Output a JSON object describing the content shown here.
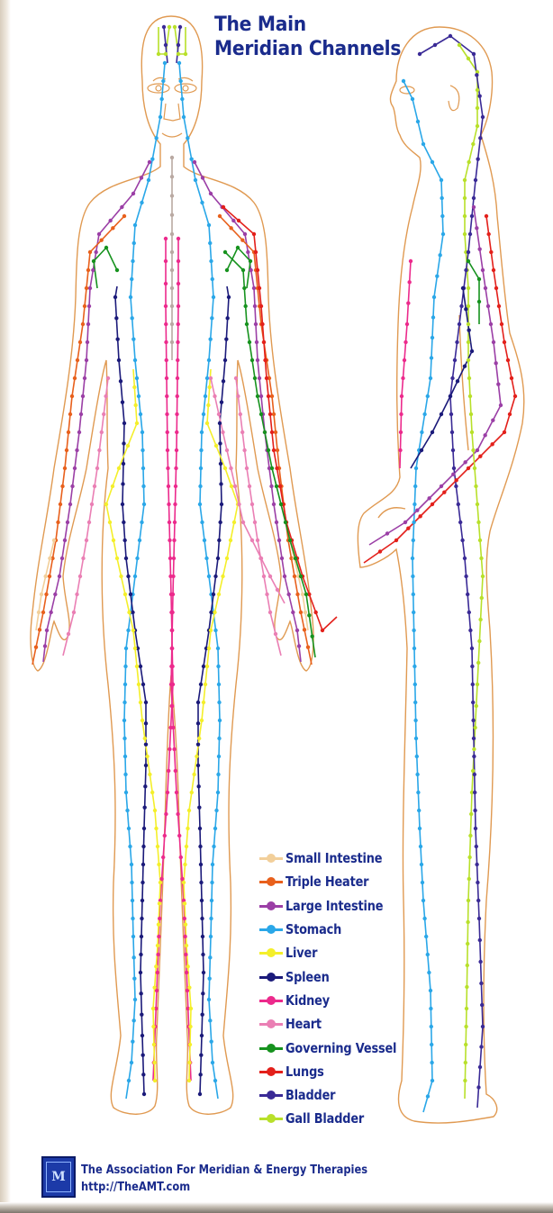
{
  "title": {
    "line1": "The Main",
    "line2": "Meridian Channels"
  },
  "legend": [
    {
      "label": "Small Intestine",
      "color": "#f2cf9a"
    },
    {
      "label": "Triple Heater",
      "color": "#e8601c"
    },
    {
      "label": "Large Intestine",
      "color": "#9b3fa6"
    },
    {
      "label": "Stomach",
      "color": "#2aa7e8"
    },
    {
      "label": "Liver",
      "color": "#f4ef2a"
    },
    {
      "label": "Spleen",
      "color": "#1b1a7a"
    },
    {
      "label": "Kidney",
      "color": "#ec2a8c"
    },
    {
      "label": "Heart",
      "color": "#ea7fb4"
    },
    {
      "label": "Governing Vessel",
      "color": "#16921e"
    },
    {
      "label": "Lungs",
      "color": "#e3201b"
    },
    {
      "label": "Bladder",
      "color": "#3a2a96"
    },
    {
      "label": "Gall Bladder",
      "color": "#b8e02a"
    }
  ],
  "footer": {
    "organization": "The Association For Meridian & Energy Therapies",
    "url": "http://TheAMT.com"
  },
  "logo": {
    "icon": "amt-logo-icon"
  },
  "colors": {
    "title_text": "#1a2b8c",
    "body_outline": "#e09a52",
    "governing_center": "#b9a9a2"
  }
}
